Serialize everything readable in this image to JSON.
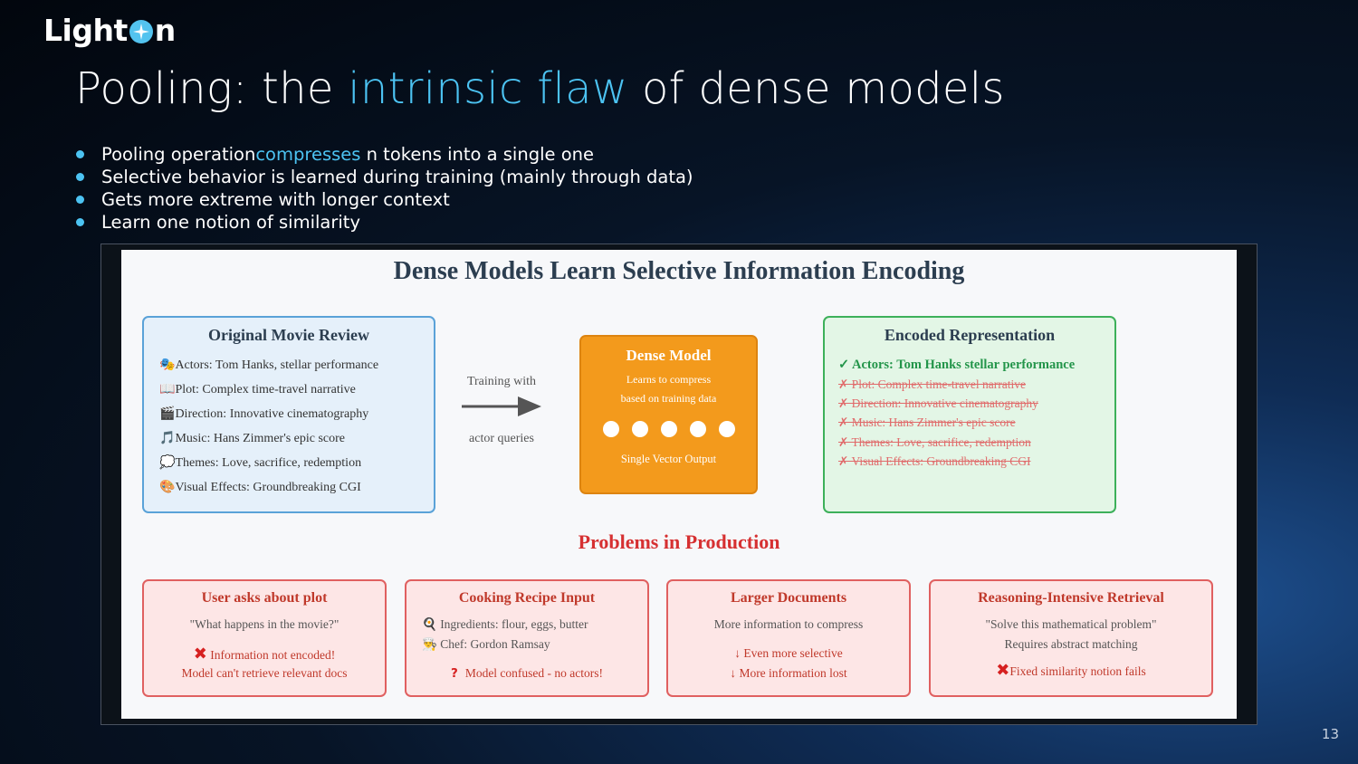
{
  "logo": {
    "left": "Light",
    "right": "n"
  },
  "title": {
    "part1": "Pooling: the ",
    "highlight": "intrinsic flaw",
    "part2": " of dense models"
  },
  "bullets": {
    "b1_pre": "Pooling operation ",
    "b1_hl": "compresses",
    "b1_post": " n tokens into a single one",
    "b2": "Selective behavior is learned during training (mainly through data)",
    "b3": "Gets more extreme with longer context",
    "b4": "Learn one notion of similarity"
  },
  "figure": {
    "title": "Dense Models Learn Selective Information Encoding",
    "original": {
      "title": "Original Movie Review",
      "rows": [
        {
          "icon": "🎭",
          "text": "Actors: Tom Hanks, stellar performance"
        },
        {
          "icon": "📖",
          "text": "Plot: Complex time-travel narrative"
        },
        {
          "icon": "🎬",
          "text": "Direction: Innovative cinematography"
        },
        {
          "icon": "🎵",
          "text": "Music: Hans Zimmer's epic score"
        },
        {
          "icon": "💭",
          "text": "Themes: Love, sacrifice, redemption"
        },
        {
          "icon": "🎨",
          "text": "Visual Effects: Groundbreaking CGI"
        }
      ]
    },
    "arrow": {
      "top": "Training with",
      "bottom": "actor queries"
    },
    "dense": {
      "title": "Dense Model",
      "sub1": "Learns to compress",
      "sub2": "based on training data",
      "output": "Single Vector Output"
    },
    "encoded": {
      "title": "Encoded Representation",
      "kept": "✓ Actors: Tom Hanks stellar performance",
      "dropped": [
        "✗ Plot: Complex time-travel narrative",
        "✗ Direction: Innovative cinematography",
        "✗ Music: Hans Zimmer's epic score",
        "✗ Themes: Love, sacrifice, redemption",
        "✗ Visual Effects: Groundbreaking CGI"
      ]
    },
    "problems_title": "Problems in Production",
    "problems": {
      "p1": {
        "title": "User asks about plot",
        "l1": "\"What happens in the movie?\"",
        "l2": "Information not encoded!",
        "l3": "Model can't retrieve relevant docs"
      },
      "p2": {
        "title": "Cooking Recipe Input",
        "l1_icon": "🍳",
        "l1": "Ingredients: flour, eggs, butter",
        "l2_icon": "👨‍🍳",
        "l2": "Chef: Gordon Ramsay",
        "l3": "Model confused - no actors!"
      },
      "p3": {
        "title": "Larger Documents",
        "l1": "More information to compress",
        "l2": "↓ Even more selective",
        "l3": "↓ More information lost"
      },
      "p4": {
        "title": "Reasoning-Intensive Retrieval",
        "l1": "\"Solve this mathematical problem\"",
        "l2": "Requires abstract matching",
        "l3": "Fixed similarity notion fails"
      }
    }
  },
  "page_number": "13"
}
